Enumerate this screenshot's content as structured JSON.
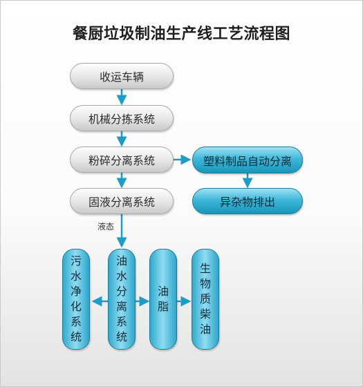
{
  "title": "餐厨垃圾制油生产线工艺流程图",
  "steps": {
    "transport": "收运车辆",
    "sorting": "机械分拣系统",
    "crushing": "粉碎分离系统",
    "solid_liquid": "固液分离系统",
    "plastic_sorting": "塑料制品自动分离",
    "impurity_discharge": "异杂物排出",
    "sewage": "污水净化系统",
    "oil_water": "油水分离系统",
    "grease": "油脂",
    "biodiesel": "生物质柴油"
  },
  "labels": {
    "liquid": "液态"
  },
  "colors": {
    "arrow": "#1f9cc4",
    "blue_box": "#3fb7d9",
    "gray_box": "#e9e9e9"
  }
}
